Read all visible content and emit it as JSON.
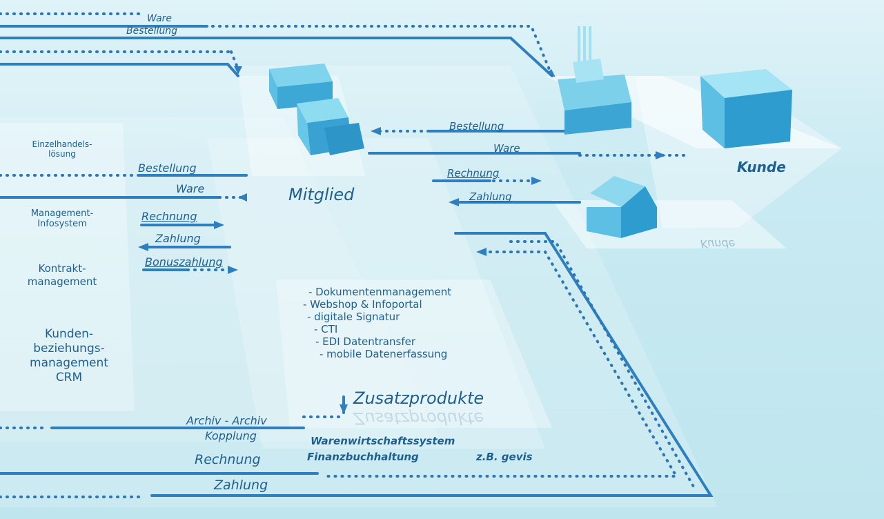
{
  "top": {
    "ware": "Ware",
    "bestellung": "Bestellung"
  },
  "member": {
    "label": "Mitglied"
  },
  "customer": {
    "label": "Kunde",
    "reflection": "Kunde"
  },
  "right_flow": {
    "bestellung": "Bestellung",
    "ware": "Ware",
    "rechnung": "Rechnung",
    "zahlung": "Zahlung"
  },
  "left_flow": {
    "bestellung": "Bestellung",
    "ware": "Ware",
    "rechnung": "Rechnung",
    "zahlung": "Zahlung",
    "bonuszahlung": "Bonuszahlung"
  },
  "modules": [
    {
      "lines": [
        "Einzelhandels-",
        "lösung"
      ]
    },
    {
      "lines": [
        "Management-",
        "Infosystem"
      ]
    },
    {
      "lines": [
        "Kontrakt-",
        "management"
      ]
    },
    {
      "lines": [
        "Kunden-",
        "beziehungs-",
        "management",
        "CRM"
      ]
    }
  ],
  "zusatz": {
    "items": [
      "- Dokumentenmanagement",
      "- Webshop & Infoportal",
      "- digitale Signatur",
      "- CTI",
      "- EDI Datentransfer",
      "- mobile Datenerfassung"
    ],
    "title": "Zusatzprodukte",
    "reflection": "Zusatzprodukte"
  },
  "bottom": {
    "archiv": "Archiv - Archiv",
    "kopplung": "Kopplung",
    "warenwirtschaft": "Warenwirtschaftssystem",
    "finanz": "Finanzbuchhaltung",
    "zb": "z.B. gevis",
    "rechnung": "Rechnung",
    "zahlung": "Zahlung"
  },
  "colors": {
    "line": "#2f7fbf",
    "text": "#1f5f8f",
    "dots": "#2b76b5"
  }
}
